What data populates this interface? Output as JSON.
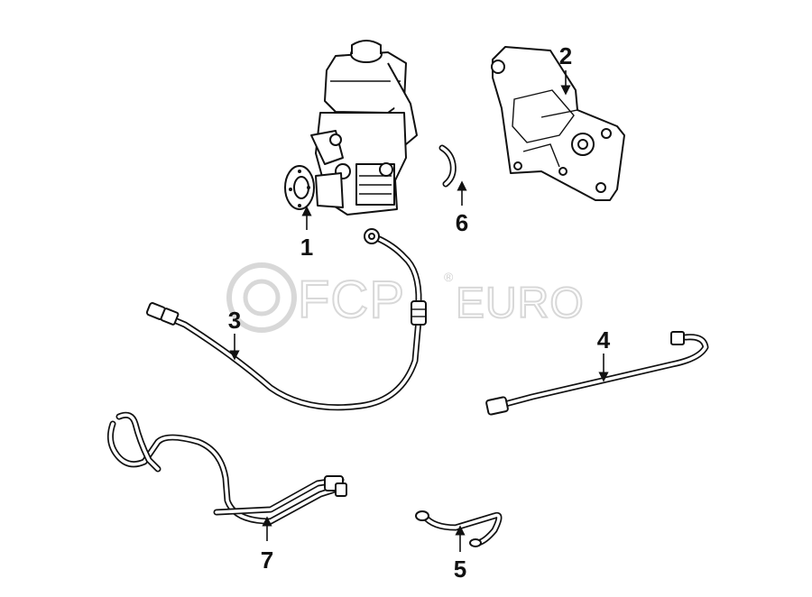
{
  "watermark": {
    "brand_a": "FCP",
    "brand_b": "EURO",
    "mark": "®"
  },
  "callouts": [
    {
      "id": "1",
      "label": "1"
    },
    {
      "id": "2",
      "label": "2"
    },
    {
      "id": "3",
      "label": "3"
    },
    {
      "id": "4",
      "label": "4"
    },
    {
      "id": "5",
      "label": "5"
    },
    {
      "id": "6",
      "label": "6"
    },
    {
      "id": "7",
      "label": "7"
    }
  ],
  "colors": {
    "line": "#111111",
    "watermark": "#d8d8d8",
    "background": "#ffffff"
  }
}
